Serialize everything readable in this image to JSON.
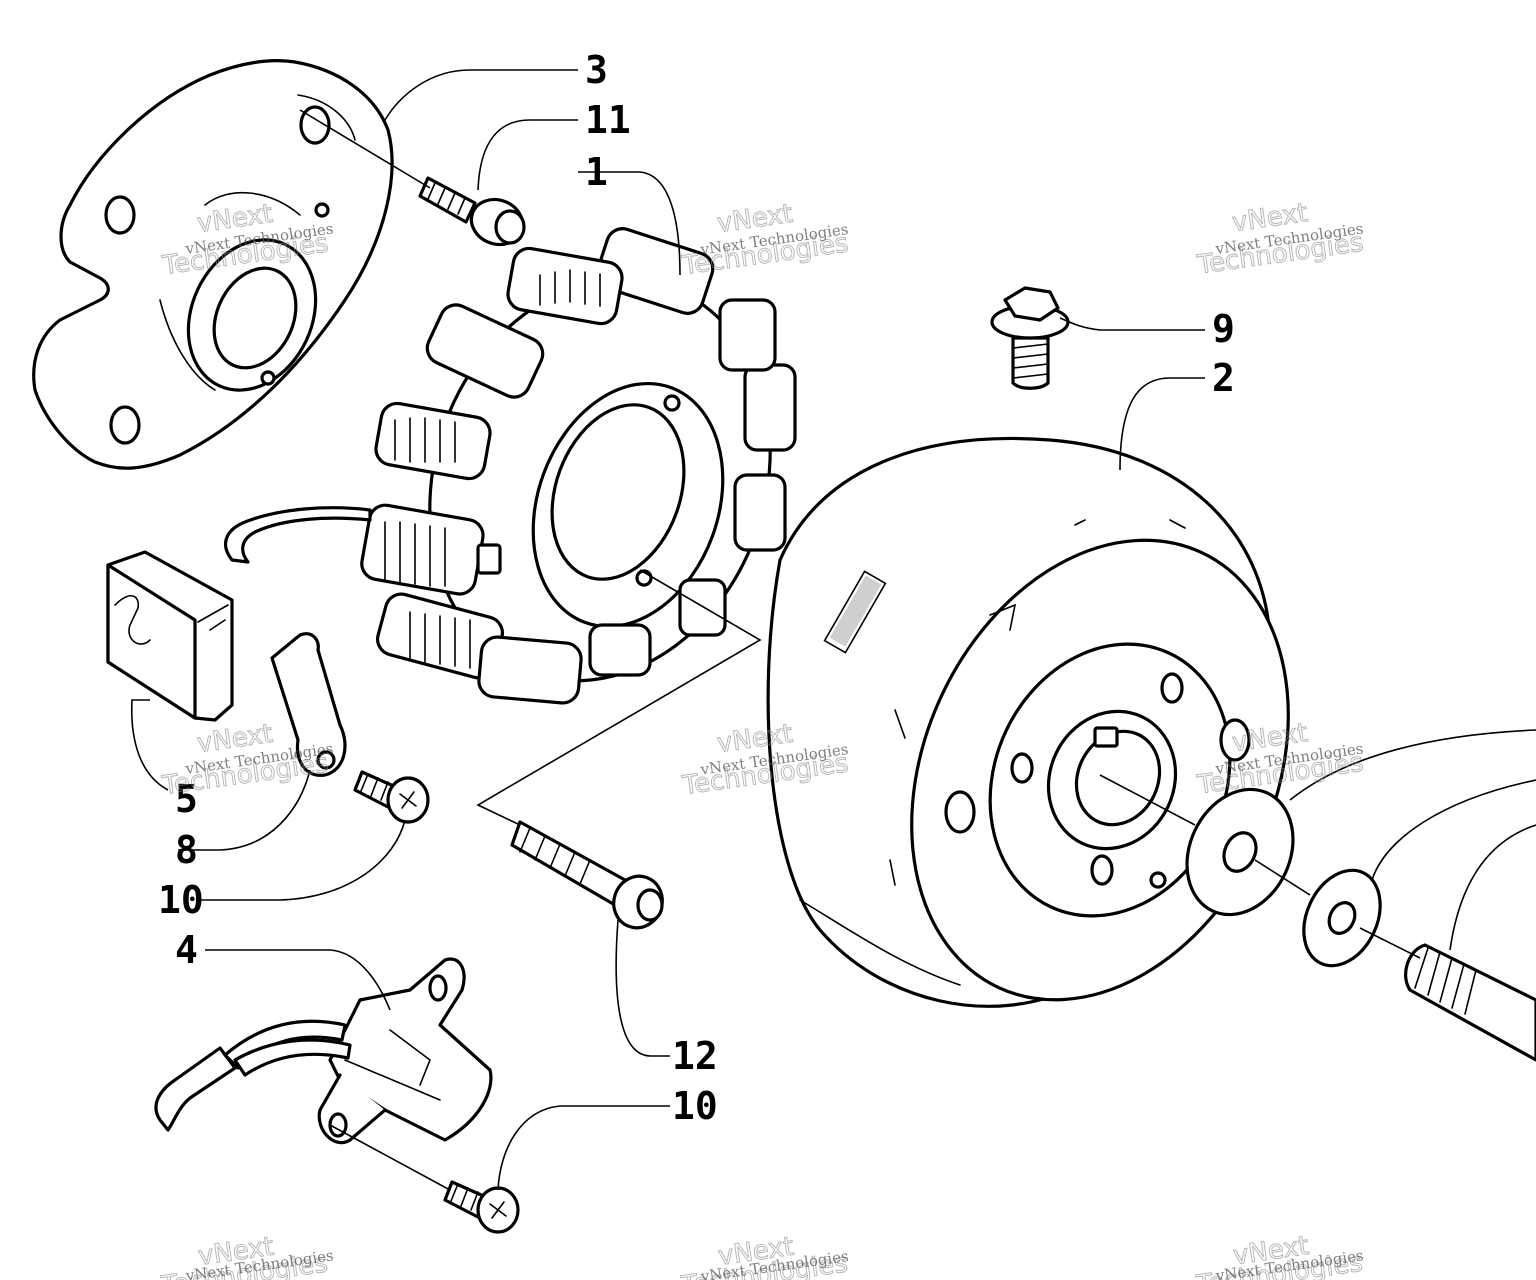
{
  "callouts": [
    {
      "id": "c3",
      "label": "3"
    },
    {
      "id": "c11",
      "label": "11"
    },
    {
      "id": "c1",
      "label": "1"
    },
    {
      "id": "c9",
      "label": "9"
    },
    {
      "id": "c2",
      "label": "2"
    },
    {
      "id": "c5",
      "label": "5"
    },
    {
      "id": "c8",
      "label": "8"
    },
    {
      "id": "c10a",
      "label": "10"
    },
    {
      "id": "c4",
      "label": "4"
    },
    {
      "id": "c12",
      "label": "12"
    },
    {
      "id": "c10b",
      "label": "10"
    }
  ],
  "watermark": {
    "line_small": "vNext Technologies",
    "line_a": "vNext",
    "line_b": "Technologies"
  }
}
